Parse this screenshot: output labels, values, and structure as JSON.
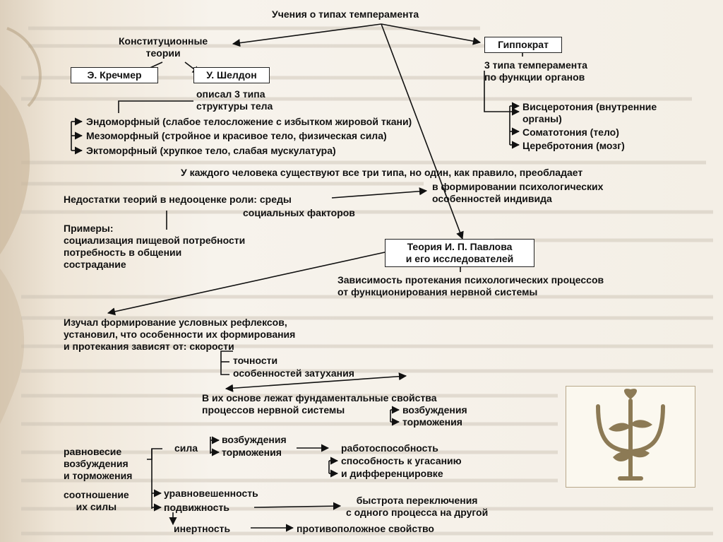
{
  "title": "Учения о типах темперамента",
  "constitutional": [
    "Конституционные",
    "теории"
  ],
  "hippocrates": "Гиппократ",
  "kretschmer": "Э. Кречмер",
  "sheldon": "У. Шелдон",
  "sheldon_desc": [
    "описал 3 типа",
    "структуры тела"
  ],
  "hipp_desc": [
    "3 типа темперамента",
    "по функции органов"
  ],
  "body_types": [
    "Эндоморфный (слабое телосложение с избытком жировой ткани)",
    "Мезоморфный (стройное и красивое тело, физическая сила)",
    "Эктоморфный (хрупкое тело, слабая мускулатура)"
  ],
  "organ_types": [
    "Висцеротония (внутренние",
    "органы)",
    "Соматотония (тело)",
    "Церебротония (мозг)"
  ],
  "all_three": "У каждого человека существуют все три типа, но один, как правило, преобладает",
  "flaws": [
    "Недостатки теорий в недооценке роли: среды",
    "социальных факторов"
  ],
  "formation": [
    "в формировании психологических",
    "особенностей индивида"
  ],
  "examples": [
    "Примеры:",
    "социализация пищевой потребности",
    "потребность в общении",
    "сострадание"
  ],
  "pavlov": [
    "Теория И. П. Павлова",
    "и его исследователей"
  ],
  "dependence": [
    "Зависимость протекания психологических процессов",
    "от функционирования нервной системы"
  ],
  "studied": [
    "Изучал формирование условных рефлексов,",
    "установил, что особенности их формирования",
    "и протекания зависят от: скорости",
    "точности",
    "особенностей затухания"
  ],
  "basis": [
    "В их основе лежат фундаментальные свойства",
    "процессов нервной системы"
  ],
  "processes": [
    "возбуждения",
    "торможения"
  ],
  "balance": [
    "равновесие",
    "возбуждения",
    "и торможения"
  ],
  "ratio": [
    "соотношение",
    "их силы"
  ],
  "strength": "сила",
  "strength_of": [
    "возбуждения",
    "торможения"
  ],
  "strength_results": [
    "работоспособность",
    "способность к угасанию",
    "и дифференцировке"
  ],
  "balanced": "уравновешенность",
  "mobility": "подвижность",
  "switching": [
    "быстрота переключения",
    "с одного процесса на другой"
  ],
  "inertness": "инертность",
  "opposite": "противоположное свойство",
  "colors": {
    "text": "#111111",
    "background": "#f4efe6",
    "logo": "#8c7a55"
  },
  "logo_icon": "psi-emblem"
}
